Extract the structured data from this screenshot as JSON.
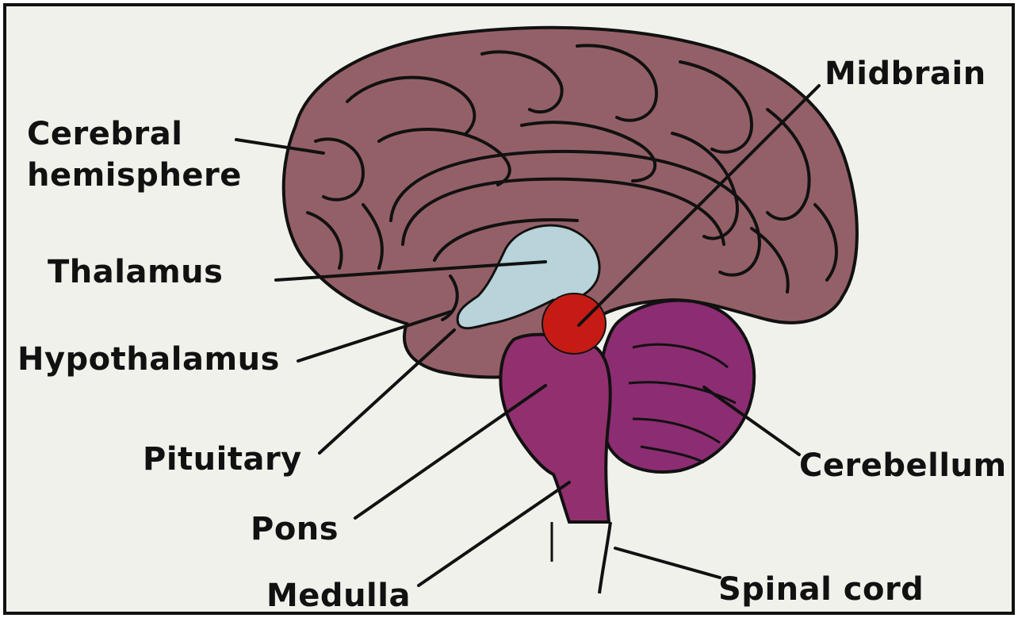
{
  "labels": {
    "cerebral_line1": "Cerebral",
    "cerebral_line2": "hemisphere",
    "thalamus": "Thalamus",
    "hypothalamus": "Hypothalamus",
    "pituitary": "Pituitary",
    "pons": "Pons",
    "medulla": "Medulla",
    "midbrain": "Midbrain",
    "cerebellum": "Cerebellum",
    "spinal_cord": "Spinal cord"
  },
  "colors": {
    "background": "#f1f1ec",
    "cerebrum": "#946068",
    "thalamus": "#b8d3d9",
    "midbrain": "#c51b14",
    "brainstem": "#92306f",
    "cerebellum": "#8c2c72",
    "outline": "#111111"
  }
}
